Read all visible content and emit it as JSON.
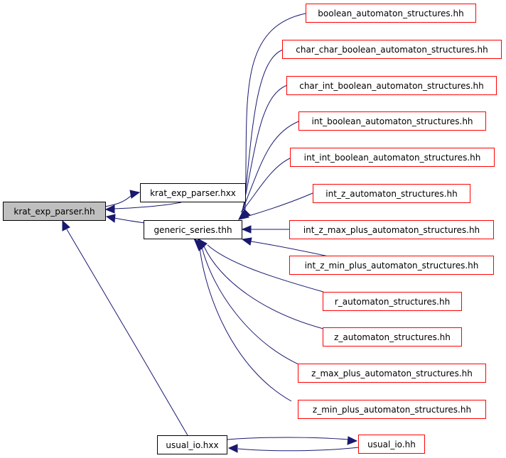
{
  "colors": {
    "edge": "#191970",
    "box_border_black": "#000000",
    "box_border_red": "#ff0000",
    "root_fill": "#bfbfbf"
  },
  "nodes": {
    "krat_exp_parser_hh": "krat_exp_parser.hh",
    "krat_exp_parser_hxx": "krat_exp_parser.hxx",
    "generic_series_thh": "generic_series.thh",
    "usual_io_hxx": "usual_io.hxx",
    "usual_io_hh": "usual_io.hh",
    "boolean_automaton_structures": "boolean_automaton_structures.hh",
    "char_char_boolean_automaton_structures": "char_char_boolean_automaton_structures.hh",
    "char_int_boolean_automaton_structures": "char_int_boolean_automaton_structures.hh",
    "int_boolean_automaton_structures": "int_boolean_automaton_structures.hh",
    "int_int_boolean_automaton_structures": "int_int_boolean_automaton_structures.hh",
    "int_z_automaton_structures": "int_z_automaton_structures.hh",
    "int_z_max_plus_automaton_structures": "int_z_max_plus_automaton_structures.hh",
    "int_z_min_plus_automaton_structures": "int_z_min_plus_automaton_structures.hh",
    "r_automaton_structures": "r_automaton_structures.hh",
    "z_automaton_structures": "z_automaton_structures.hh",
    "z_max_plus_automaton_structures": "z_max_plus_automaton_structures.hh",
    "z_min_plus_automaton_structures": "z_min_plus_automaton_structures.hh"
  }
}
